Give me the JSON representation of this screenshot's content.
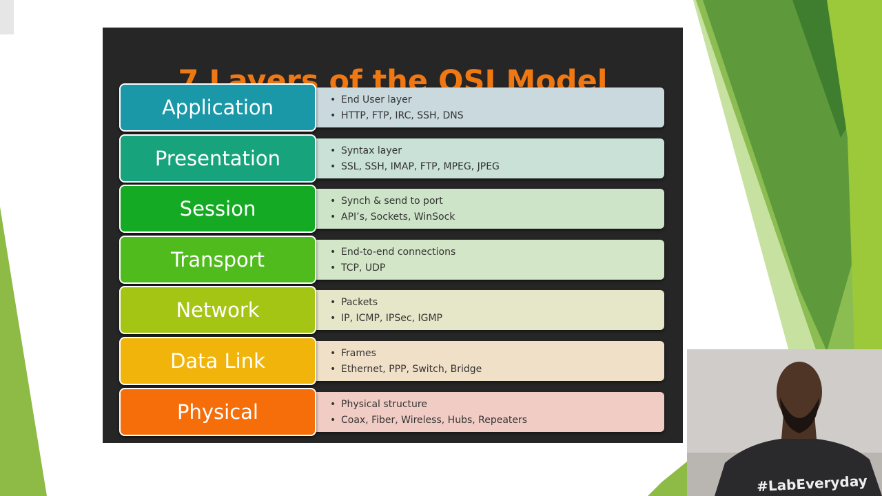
{
  "slide": {
    "title": "7 Layers of the OSI Model",
    "layers": [
      {
        "name": "Application",
        "pill_color": "#1a98a8",
        "box_color": "#c9d9de",
        "bullets": [
          "End User layer",
          "HTTP, FTP, IRC, SSH, DNS"
        ]
      },
      {
        "name": "Presentation",
        "pill_color": "#17a47c",
        "box_color": "#c9e1d6",
        "bullets": [
          "Syntax layer",
          "SSL, SSH, IMAP, FTP, MPEG, JPEG"
        ]
      },
      {
        "name": "Session",
        "pill_color": "#15aa23",
        "box_color": "#cde4c8",
        "bullets": [
          "Synch & send to port",
          "API’s, Sockets, WinSock"
        ]
      },
      {
        "name": "Transport",
        "pill_color": "#4fbb1c",
        "box_color": "#d4e6c8",
        "bullets": [
          "End-to-end connections",
          "TCP, UDP"
        ]
      },
      {
        "name": "Network",
        "pill_color": "#a4c513",
        "box_color": "#e6e6c8",
        "bullets": [
          "Packets",
          "IP, ICMP, IPSec, IGMP"
        ]
      },
      {
        "name": "Data Link",
        "pill_color": "#f1b40a",
        "box_color": "#f0e0c8",
        "bullets": [
          "Frames",
          "Ethernet, PPP, Switch, Bridge"
        ]
      },
      {
        "name": "Physical",
        "pill_color": "#f56e0a",
        "box_color": "#f0ccc4",
        "bullets": [
          "Physical structure",
          "Coax, Fiber, Wireless, Hubs, Repeaters"
        ]
      }
    ]
  },
  "webcam": {
    "shirt_text": "#LabEveryday"
  },
  "colors": {
    "title": "#f07812",
    "slide_bg": "#262626",
    "accent_green": "#7ab83a"
  }
}
